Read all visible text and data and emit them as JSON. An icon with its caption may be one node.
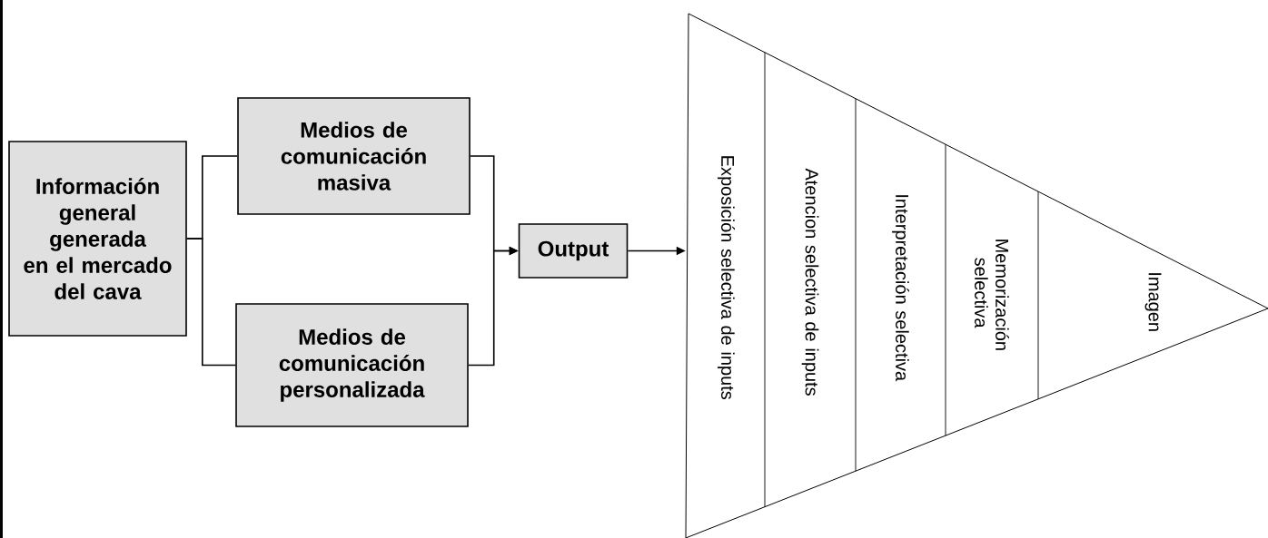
{
  "diagram": {
    "nodes": [
      {
        "text": [
          "Información general generada en el mercado del cava"
        ]
      },
      {
        "text": [
          "Medios de comunicación masiva"
        ]
      },
      {
        "text": [
          "Medios de comunicación personalizada"
        ]
      },
      {
        "text": [
          "Output"
        ]
      },
      {
        "text": [],
        "shape": "triangle"
      },
      {
        "text": [
          "Exposición selectiva de inputs"
        ],
        "in": 4
      },
      {
        "text": [
          "Atencion selectiva de inputs"
        ],
        "in": 4
      },
      {
        "text": [
          "Interpretación selectiva"
        ],
        "in": 4
      },
      {
        "text": [
          "Memorización selectiva"
        ],
        "in": 4
      },
      {
        "text": [
          "Imagen"
        ],
        "in": 4
      }
    ],
    "edges": [
      {
        "from": 0,
        "to": 1,
        "arrow": "none"
      },
      {
        "from": 0,
        "to": 2,
        "arrow": "none"
      },
      {
        "from": 1,
        "to": 3,
        "arrow": "to"
      },
      {
        "from": 2,
        "to": 3,
        "arrow": "to"
      },
      {
        "from": 3,
        "to": 4,
        "arrow": "to"
      }
    ]
  }
}
